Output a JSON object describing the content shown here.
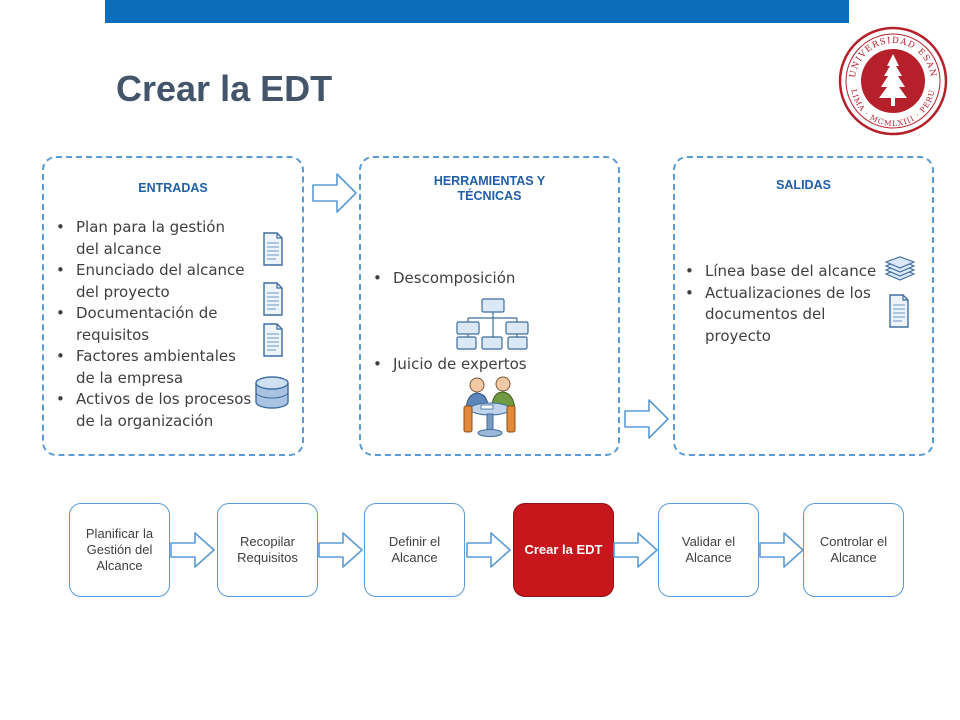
{
  "title": "Crear la EDT",
  "logo": {
    "text_top": "UNIVERSIDAD ESAN",
    "text_bottom": "LIMA · MCMLXIII · PERU",
    "color": "#b5202b"
  },
  "panels": {
    "entradas": {
      "title": "ENTRADAS",
      "items": [
        "Plan para la gestión del alcance",
        "Enunciado del alcance del proyecto",
        "Documentación de requisitos",
        "Factores ambientales de la empresa",
        "Activos de los procesos de la organización"
      ]
    },
    "herramientas": {
      "title_line1": "HERRAMIENTAS Y",
      "title_line2": "TÉCNICAS",
      "items": [
        "Descomposición",
        "Juicio de expertos"
      ]
    },
    "salidas": {
      "title": "SALIDAS",
      "items": [
        "Línea base del alcance",
        "Actualizaciones de los documentos del proyecto"
      ]
    }
  },
  "flow": [
    {
      "label": "Planificar la Gestión del Alcance",
      "active": false
    },
    {
      "label": "Recopilar Requisitos",
      "active": false
    },
    {
      "label": "Definir el Alcance",
      "active": false
    },
    {
      "label": "Crear la EDT",
      "active": true
    },
    {
      "label": "Validar el Alcance",
      "active": false
    },
    {
      "label": "Controlar el Alcance",
      "active": false
    }
  ],
  "colors": {
    "accent_blue": "#0a6ebd",
    "border_blue": "#5b9bd5",
    "active_red": "#c8161d",
    "title_gray": "#44546a"
  }
}
